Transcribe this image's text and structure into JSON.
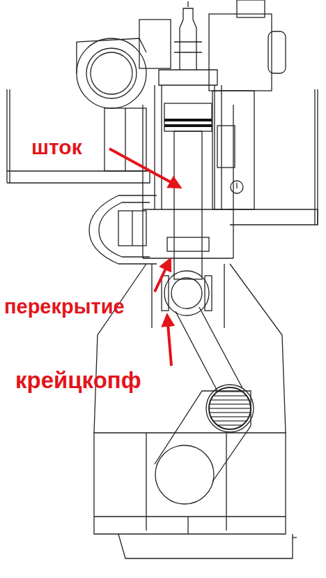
{
  "diagram": {
    "labels": [
      "шток",
      "перекрытие",
      "крейцкопф"
    ]
  }
}
